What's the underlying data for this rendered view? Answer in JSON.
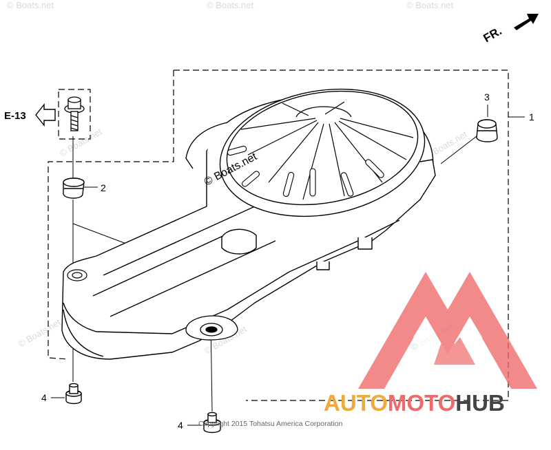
{
  "direction_label": "FR.",
  "reference_label": "E-13",
  "callouts": [
    "1",
    "2",
    "3",
    "4",
    "4"
  ],
  "watermarks": {
    "boats_net": "© Boats.net",
    "copyright": "Copyright 2015 Tohatsu America Corporation"
  },
  "logo": {
    "part_auto": "AUTO",
    "part_moto": "MOTO",
    "part_hub": "HUB",
    "color_accent": "#f2a93b",
    "color_red": "#ef6a6a",
    "color_dark": "#444444"
  }
}
